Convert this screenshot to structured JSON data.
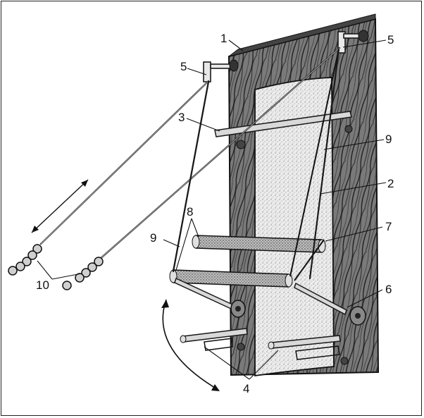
{
  "figure": {
    "labels": [
      {
        "id": "1",
        "text": "1"
      },
      {
        "id": "2",
        "text": "2"
      },
      {
        "id": "3",
        "text": "3"
      },
      {
        "id": "4",
        "text": "4"
      },
      {
        "id": "5a",
        "text": "5"
      },
      {
        "id": "5b",
        "text": "5"
      },
      {
        "id": "6",
        "text": "6"
      },
      {
        "id": "7",
        "text": "7"
      },
      {
        "id": "8",
        "text": "8"
      },
      {
        "id": "9a",
        "text": "9"
      },
      {
        "id": "9b",
        "text": "9"
      },
      {
        "id": "10",
        "text": "10"
      }
    ]
  },
  "colors": {
    "board": "#6b6b6b",
    "grain": "#1c1c1c",
    "pad": "#cfcfcf",
    "ink": "#111111"
  }
}
